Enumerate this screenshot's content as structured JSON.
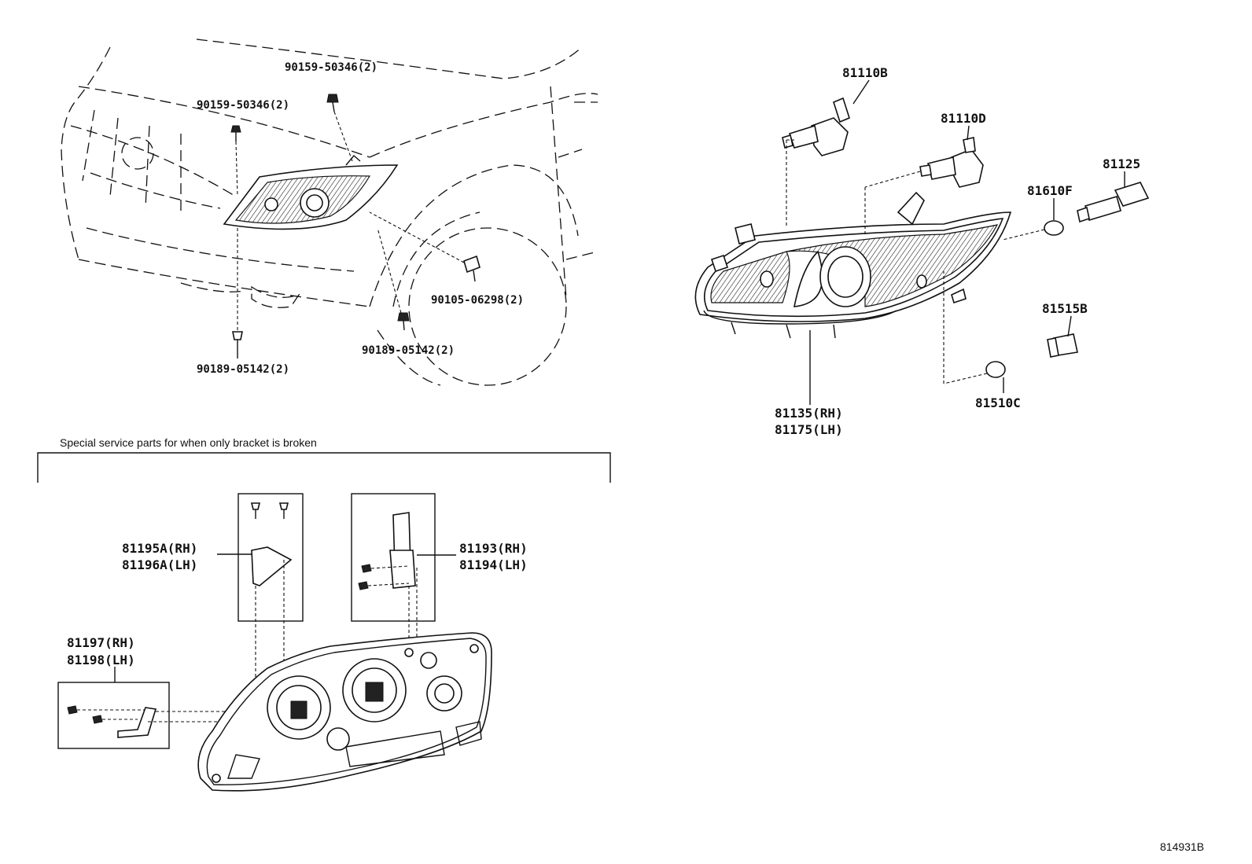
{
  "callouts": {
    "bolt_top_right": "90159-50346(2)",
    "bolt_top_left": "90159-50346(2)",
    "clip_fender": "90105-06298(2)",
    "bolt_bottom_right": "90189-05142(2)",
    "bolt_bottom_left": "90189-05142(2)",
    "bulb_high": "81110B",
    "bulb_low": "81110D",
    "socket_side": "81125",
    "bulb_side": "81610F",
    "socket_park": "81515B",
    "bulb_park": "81510C",
    "headlamp_rh": "81135(RH)",
    "headlamp_lh": "81175(LH)",
    "bracket_a_rh": "81195A(RH)",
    "bracket_a_lh": "81196A(LH)",
    "bracket_b_rh": "81193(RH)",
    "bracket_b_lh": "81194(LH)",
    "bracket_c_rh": "81197(RH)",
    "bracket_c_lh": "81198(LH)"
  },
  "service_note": "Special service parts for when only bracket is broken",
  "diagram_ref": "814931B"
}
